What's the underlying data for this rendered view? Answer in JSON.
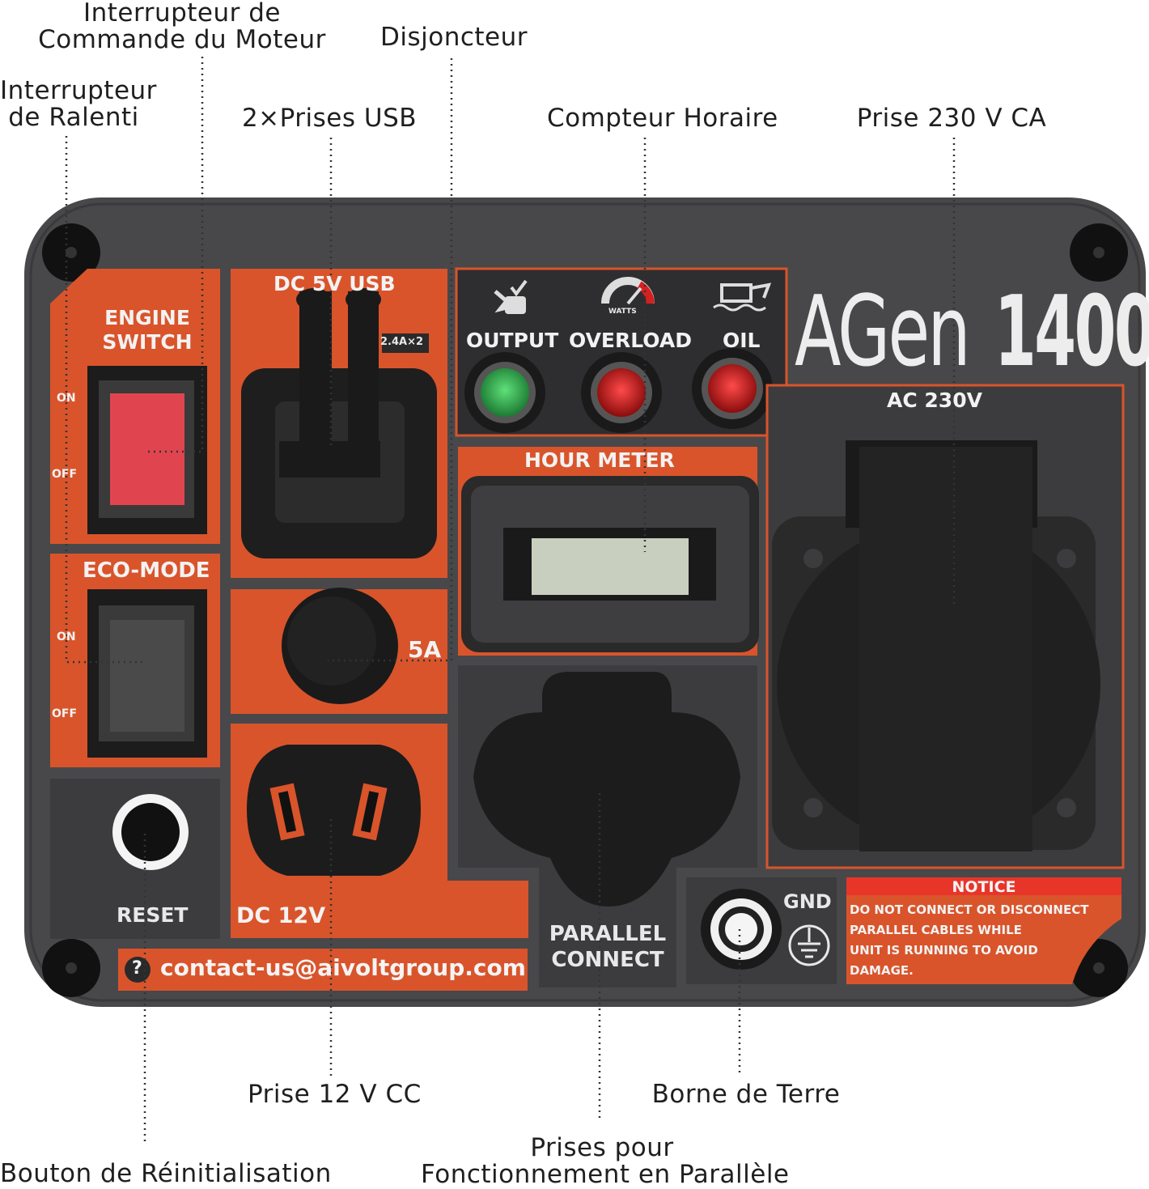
{
  "callouts": {
    "engine_switch": [
      "Interrupteur de",
      "Commande du Moteur"
    ],
    "breaker": "Disjoncteur",
    "idle_switch": [
      "Interrupteur",
      "de Ralenti"
    ],
    "usb": "2×Prises USB",
    "hour_meter": "Compteur Horaire",
    "ac_outlet": "Prise 230 V CA",
    "dc_outlet": "Prise 12 V CC",
    "ground": "Borne de Terre",
    "reset": "Bouton de Réinitialisation",
    "parallel": [
      "Prises pour",
      "Fonctionnement en Parallèle"
    ]
  },
  "panel": {
    "engine_switch_label": [
      "ENGINE",
      "SWITCH"
    ],
    "engine_on": "ON",
    "engine_off": "OFF",
    "eco_mode_label": "ECO-MODE",
    "eco_on": "ON",
    "eco_off": "OFF",
    "usb_label": "DC 5V USB",
    "usb_rating": "2.4A×2",
    "breaker_rating": "5A",
    "dc_label": "DC 12V",
    "reset_label": "RESET",
    "contact": "contact-us@aivoltgroup.com",
    "contact_icon": "?",
    "indicators": [
      "OUTPUT",
      "OVERLOAD",
      "OIL"
    ],
    "watts_label": "WATTS",
    "hour_meter_label": "HOUR METER",
    "model_light": "AGen",
    "model_bold": "1400",
    "ac_label": "AC 230V",
    "parallel_label": [
      "PARALLEL",
      "CONNECT"
    ],
    "gnd_label": "GND",
    "notice_title": "NOTICE",
    "notice_lines": [
      "DO NOT CONNECT OR DISCONNECT",
      "PARALLEL CABLES WHILE",
      "UNIT IS RUNNING TO AVOID",
      "DAMAGE."
    ]
  },
  "colors": {
    "panel": "#4a4a4c",
    "orange": "#d9542b",
    "dark": "#2a2a2a",
    "red_switch": "#e0454f",
    "led_green": "#2fa84a",
    "led_red": "#d42020",
    "lcd": "#c9cfbe"
  }
}
